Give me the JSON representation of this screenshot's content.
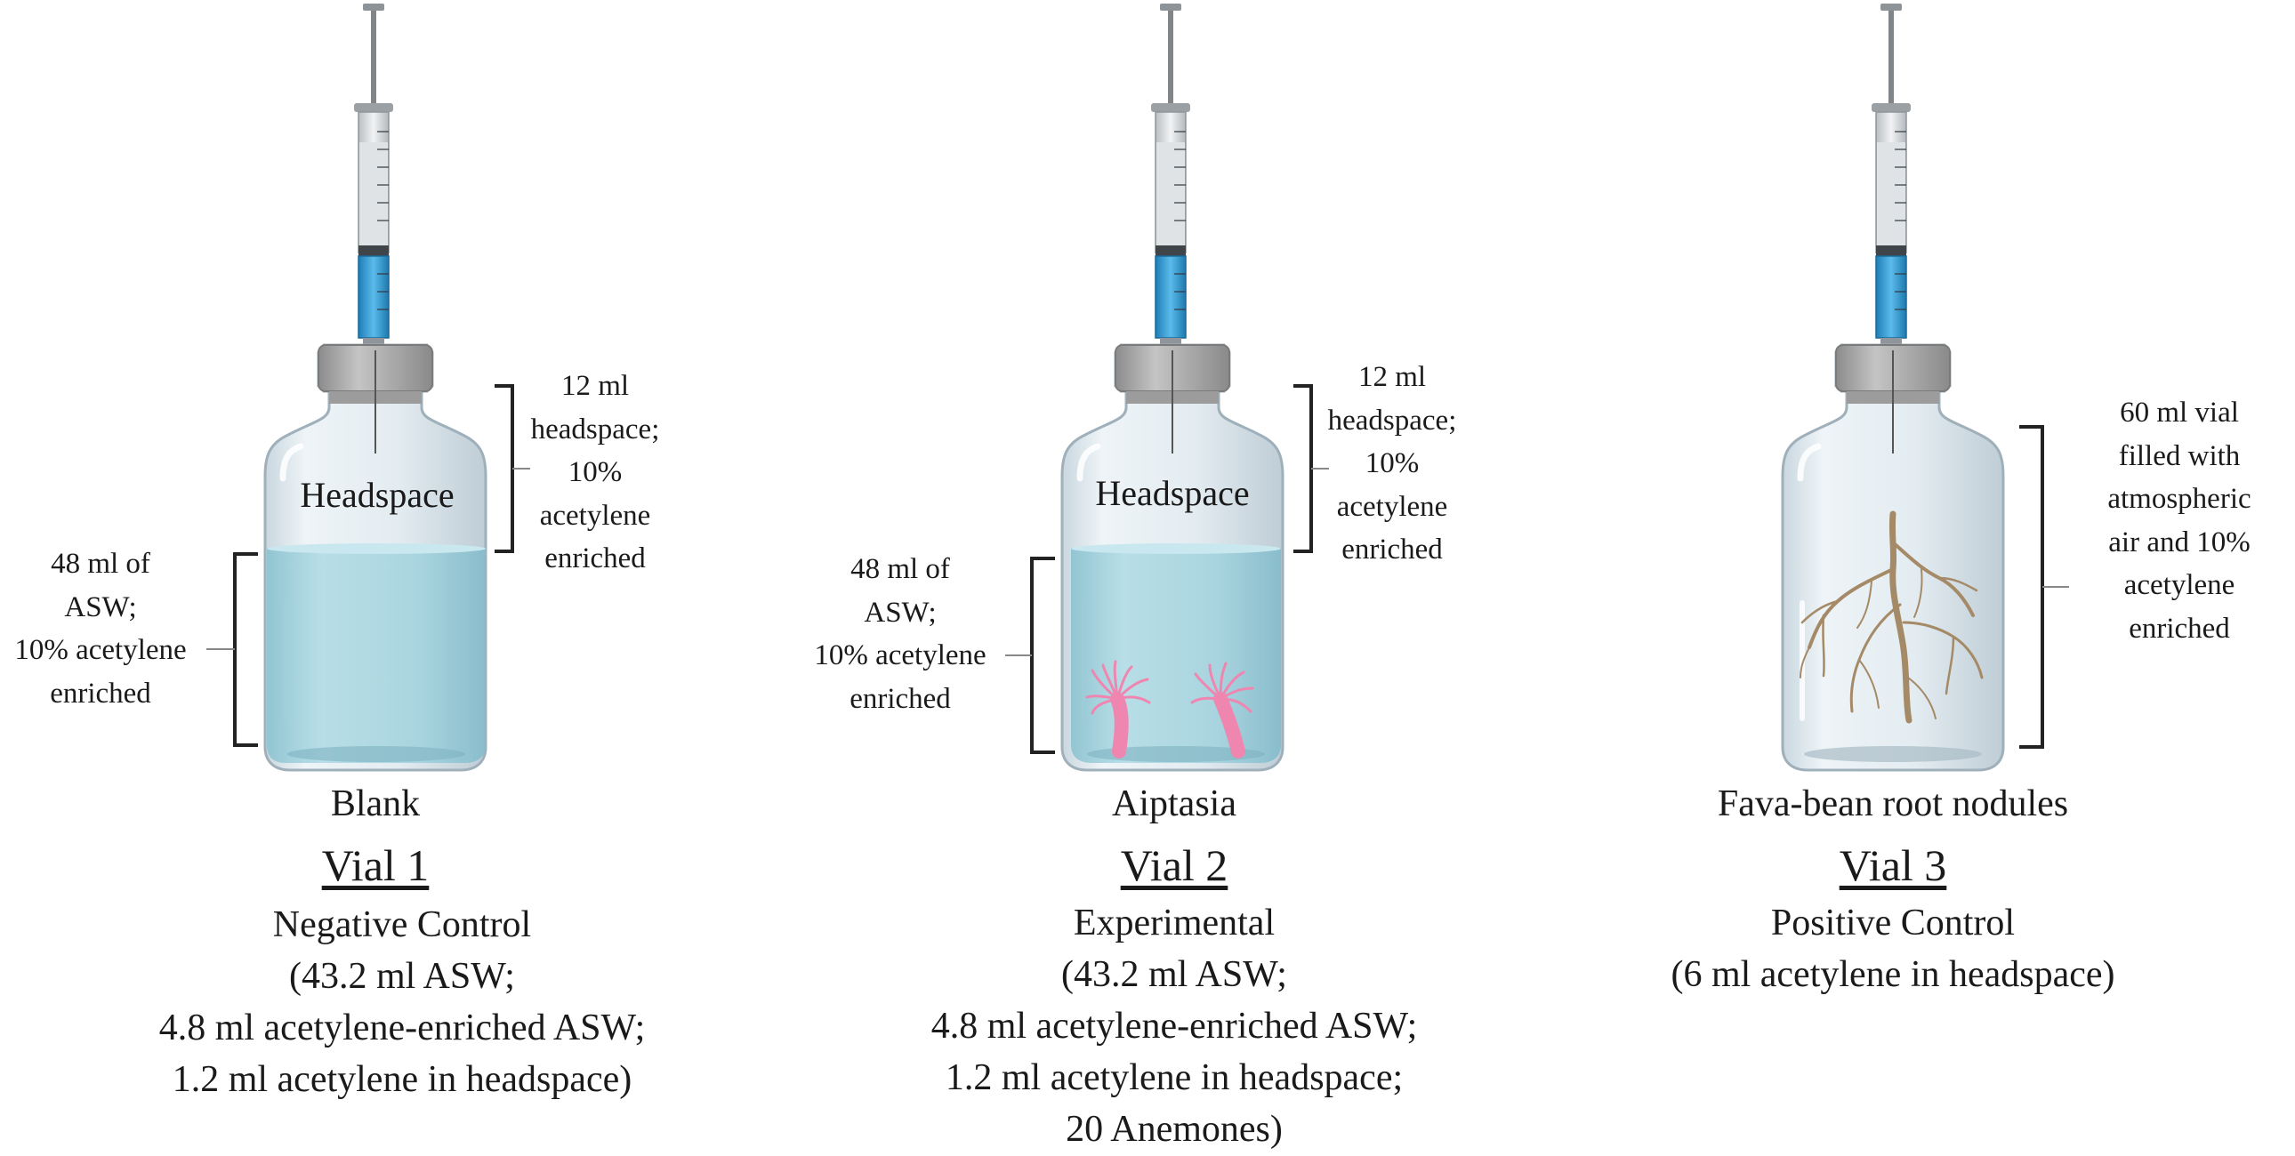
{
  "vials": [
    {
      "headspace_label": "Headspace",
      "top_bracket_lines": [
        "12 ml",
        "headspace;",
        "10%",
        "acetylene",
        "enriched"
      ],
      "left_bracket_lines": [
        "48 ml of",
        "ASW;",
        "10% acetylene",
        "enriched"
      ],
      "sample": "Blank",
      "title": "Vial 1",
      "description_lines": [
        "Negative Control",
        "(43.2 ml ASW;",
        "4.8 ml acetylene-enriched ASW;",
        "1.2 ml acetylene in headspace)"
      ]
    },
    {
      "headspace_label": "Headspace",
      "top_bracket_lines": [
        "12 ml",
        "headspace;",
        "10%",
        "acetylene",
        "enriched"
      ],
      "left_bracket_lines": [
        "48 ml of",
        "ASW;",
        "10% acetylene",
        "enriched"
      ],
      "sample": "Aiptasia",
      "title": "Vial 2",
      "description_lines": [
        "Experimental",
        "(43.2 ml ASW;",
        "4.8 ml acetylene-enriched ASW;",
        "1.2 ml acetylene in headspace;",
        "20 Anemones)"
      ]
    },
    {
      "right_bracket_lines": [
        "60 ml vial",
        "filled with",
        "atmospheric",
        "air and 10%",
        "acetylene",
        "enriched"
      ],
      "sample": "Fava-bean root nodules",
      "title": "Vial 3",
      "description_lines": [
        "Positive Control",
        "(6 ml acetylene in headspace)"
      ]
    }
  ],
  "colors": {
    "liquid": "#a9d5df",
    "glass": "#dfe9ef",
    "cap": "#a9a9a9",
    "syringe_fluid": "#3a9fd6",
    "anemone": "#ef86b0",
    "root": "#a58a68"
  }
}
